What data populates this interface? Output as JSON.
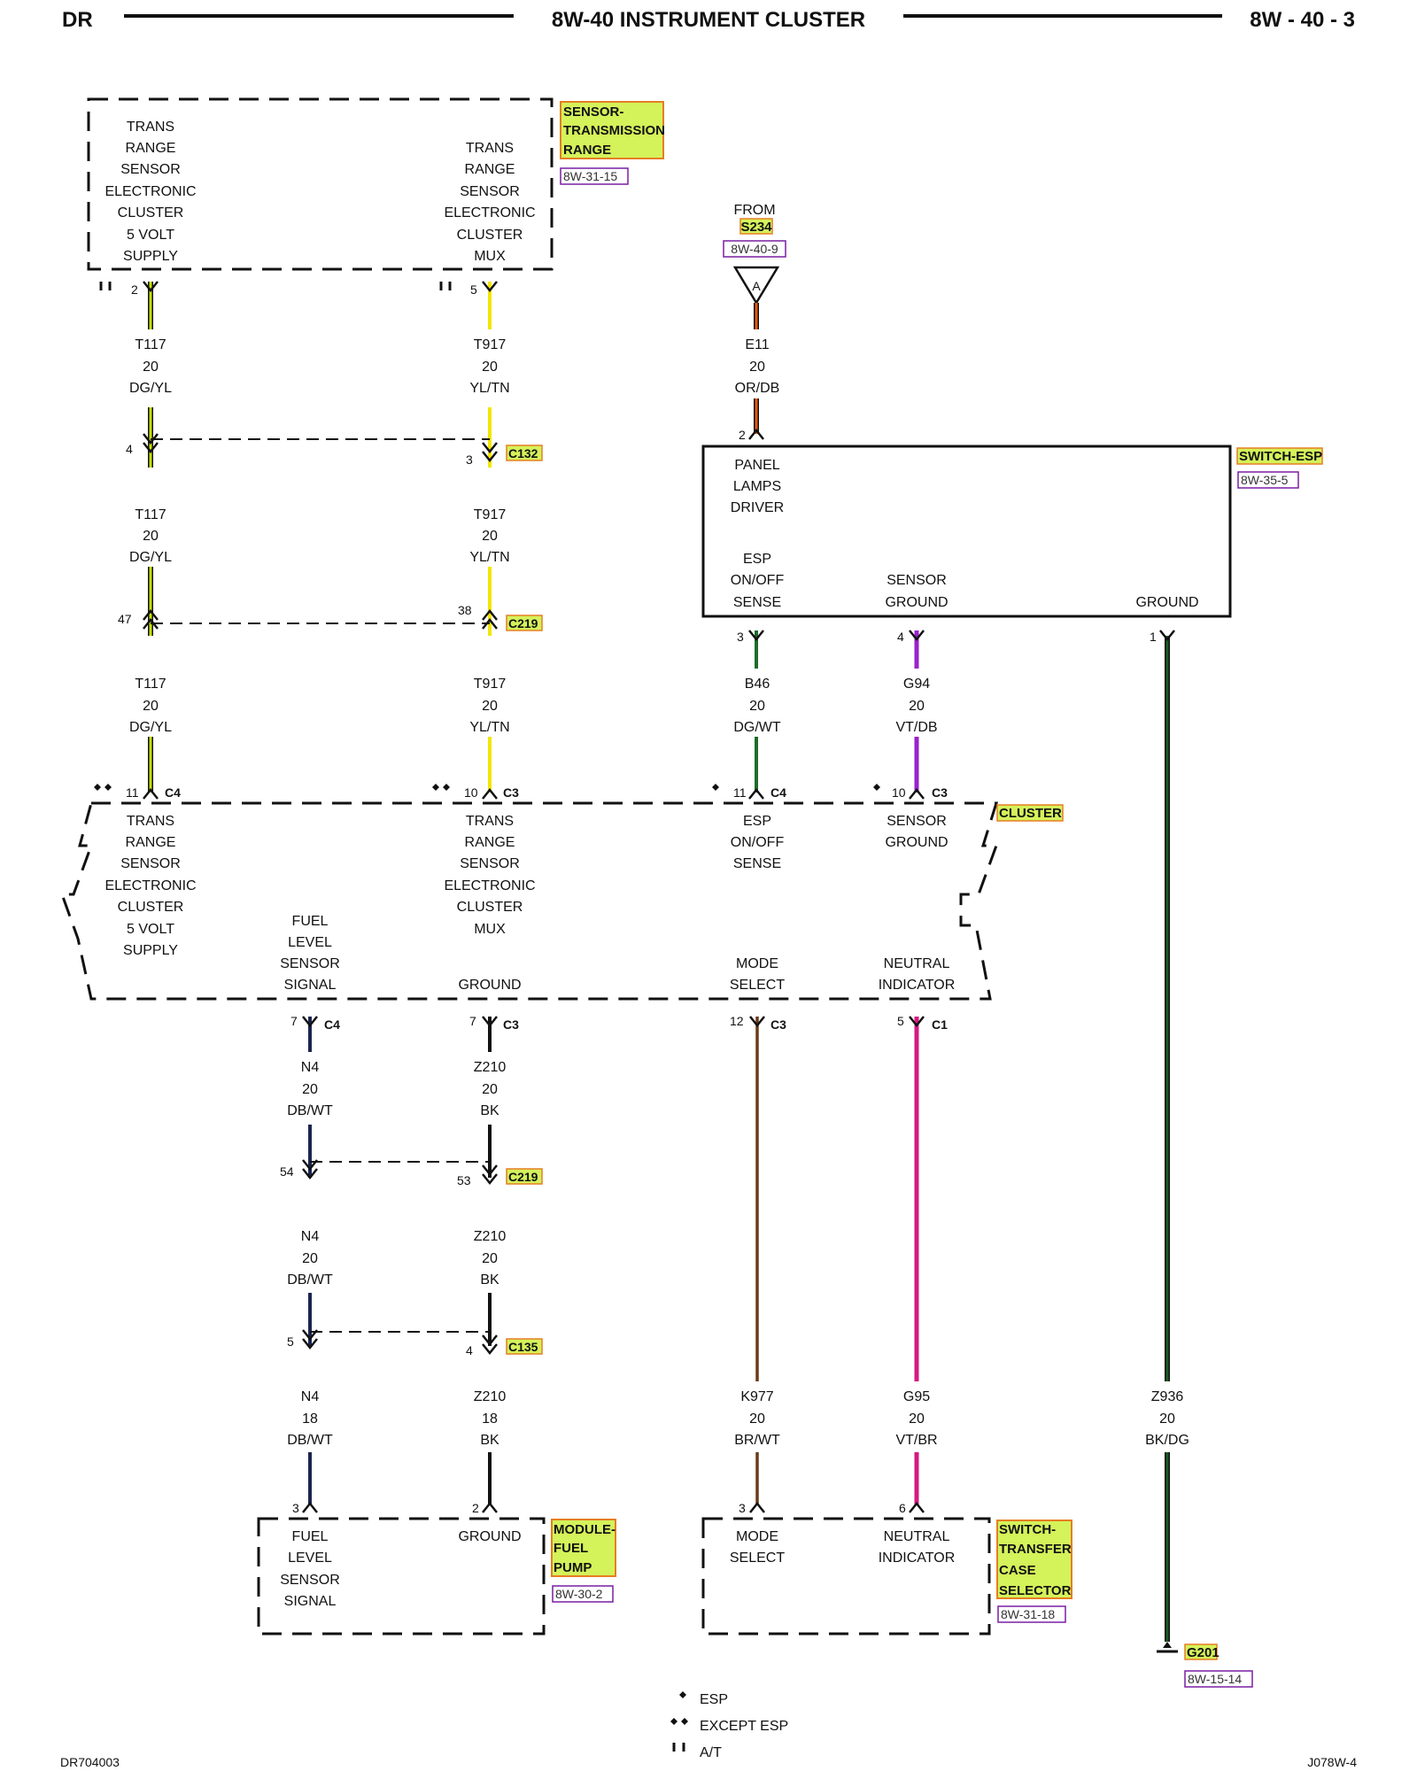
{
  "header": {
    "left": "DR",
    "title": "8W-40 INSTRUMENT CLUSTER",
    "right": "8W - 40 - 3"
  },
  "components": {
    "tr_sensor": {
      "left_lines": [
        "TRANS",
        "RANGE",
        "SENSOR",
        "ELECTRONIC",
        "CLUSTER",
        "5 VOLT",
        "SUPPLY"
      ],
      "right_lines": [
        "TRANS",
        "RANGE",
        "SENSOR",
        "ELECTRONIC",
        "CLUSTER",
        "MUX"
      ],
      "tag": [
        "SENSOR-",
        "TRANSMISSION",
        "RANGE"
      ],
      "ref": "8W-31-15"
    },
    "from_splice": {
      "label": "FROM",
      "splice": "S234",
      "ref": "8W-40-9",
      "letter": "A"
    },
    "switch_esp": {
      "panel_lines": [
        "PANEL",
        "LAMPS",
        "DRIVER"
      ],
      "esp_lines": [
        "ESP",
        "ON/OFF",
        "SENSE"
      ],
      "sensor_lines": [
        "SENSOR",
        "GROUND"
      ],
      "ground": "GROUND",
      "tag": "SWITCH-ESP",
      "ref": "8W-35-5"
    },
    "cluster": {
      "col1": [
        "TRANS",
        "RANGE",
        "SENSOR",
        "ELECTRONIC",
        "CLUSTER",
        "5 VOLT",
        "SUPPLY"
      ],
      "col2": [
        "TRANS",
        "RANGE",
        "SENSOR",
        "ELECTRONIC",
        "CLUSTER",
        "MUX"
      ],
      "col3": [
        "ESP",
        "ON/OFF",
        "SENSE"
      ],
      "col4": [
        "SENSOR",
        "GROUND"
      ],
      "bottom1": [
        "FUEL",
        "LEVEL",
        "SENSOR",
        "SIGNAL"
      ],
      "bottom2": [
        "GROUND"
      ],
      "bottom3": [
        "MODE",
        "SELECT"
      ],
      "bottom4": [
        "NEUTRAL",
        "INDICATOR"
      ],
      "tag": "CLUSTER"
    },
    "fuel_pump": {
      "left_lines": [
        "FUEL",
        "LEVEL",
        "SENSOR",
        "SIGNAL"
      ],
      "right_lines": [
        "GROUND"
      ],
      "tag": [
        "MODULE-",
        "FUEL",
        "PUMP"
      ],
      "ref": "8W-30-2"
    },
    "transfer_switch": {
      "left_lines": [
        "MODE",
        "SELECT"
      ],
      "right_lines": [
        "NEUTRAL",
        "INDICATOR"
      ],
      "tag": [
        "SWITCH-",
        "TRANSFER",
        "CASE",
        "SELECTOR"
      ],
      "ref": "8W-31-18"
    },
    "ground_g201": {
      "tag": "G201",
      "ref": "8W-15-14"
    }
  },
  "wires": [
    {
      "id": "T117",
      "labels": [
        [
          "T117",
          "20",
          "DG/YL"
        ],
        [
          "T117",
          "20",
          "DG/YL"
        ],
        [
          "T117",
          "20",
          "DG/YL"
        ]
      ],
      "color": "#c8e000"
    },
    {
      "id": "T917",
      "labels": [
        [
          "T917",
          "20",
          "YL/TN"
        ],
        [
          "T917",
          "20",
          "YL/TN"
        ],
        [
          "T917",
          "20",
          "YL/TN"
        ]
      ],
      "color": "#f2e600"
    },
    {
      "id": "E11",
      "labels": [
        [
          "E11",
          "20",
          "OR/DB"
        ]
      ],
      "color": "#e05a10"
    },
    {
      "id": "B46",
      "labels": [
        [
          "B46",
          "20",
          "DG/WT"
        ]
      ],
      "color": "#1f6b2a"
    },
    {
      "id": "G94",
      "labels": [
        [
          "G94",
          "20",
          "VT/DB"
        ]
      ],
      "color": "#9a22cc"
    },
    {
      "id": "N4",
      "labels": [
        [
          "N4",
          "20",
          "DB/WT"
        ],
        [
          "N4",
          "20",
          "DB/WT"
        ],
        [
          "N4",
          "18",
          "DB/WT"
        ]
      ],
      "color": "#1b2550"
    },
    {
      "id": "Z210",
      "labels": [
        [
          "Z210",
          "20",
          "BK"
        ],
        [
          "Z210",
          "20",
          "BK"
        ],
        [
          "Z210",
          "18",
          "BK"
        ]
      ],
      "color": "#111111"
    },
    {
      "id": "K977",
      "labels": [
        [
          "K977",
          "20",
          "BR/WT"
        ]
      ],
      "color": "#6b3a1a"
    },
    {
      "id": "G95",
      "labels": [
        [
          "G95",
          "20",
          "VT/BR"
        ]
      ],
      "color": "#d6197f"
    },
    {
      "id": "Z936",
      "labels": [
        [
          "Z936",
          "20",
          "BK/DG"
        ]
      ],
      "color": "#1a5c20"
    }
  ],
  "connectors": {
    "C132": "C132",
    "C219": "C219",
    "C135": "C135",
    "C4": "C4",
    "C3": "C3",
    "C1": "C1"
  },
  "pins": {
    "tr2": "2",
    "tr5": "5",
    "c132_4": "4",
    "c132_3": "3",
    "c219_47": "47",
    "c219_38": "38",
    "cl11a": "11",
    "cl10a": "10",
    "cl11b": "11",
    "cl10b": "10",
    "e11_2": "2",
    "esp3": "3",
    "esp4": "4",
    "esp1": "1",
    "cl7a": "7",
    "cl7b": "7",
    "cl12": "12",
    "cl5": "5",
    "c219_54": "54",
    "c219_53": "53",
    "c135_5": "5",
    "c135_4": "4",
    "fp3": "3",
    "fp2": "2",
    "ts3": "3",
    "ts6": "6"
  },
  "legend": [
    {
      "symbol": "single-diamond",
      "label": "ESP"
    },
    {
      "symbol": "double-diamond",
      "label": "EXCEPT ESP"
    },
    {
      "symbol": "double-bar",
      "label": "A/T"
    }
  ],
  "footer": {
    "left": "DR704003",
    "right": "J078W-4"
  },
  "colors": {
    "tag_fill": "#d4f25a",
    "tag_border": "#e67e22",
    "ref_border": "#7a1fa2"
  }
}
